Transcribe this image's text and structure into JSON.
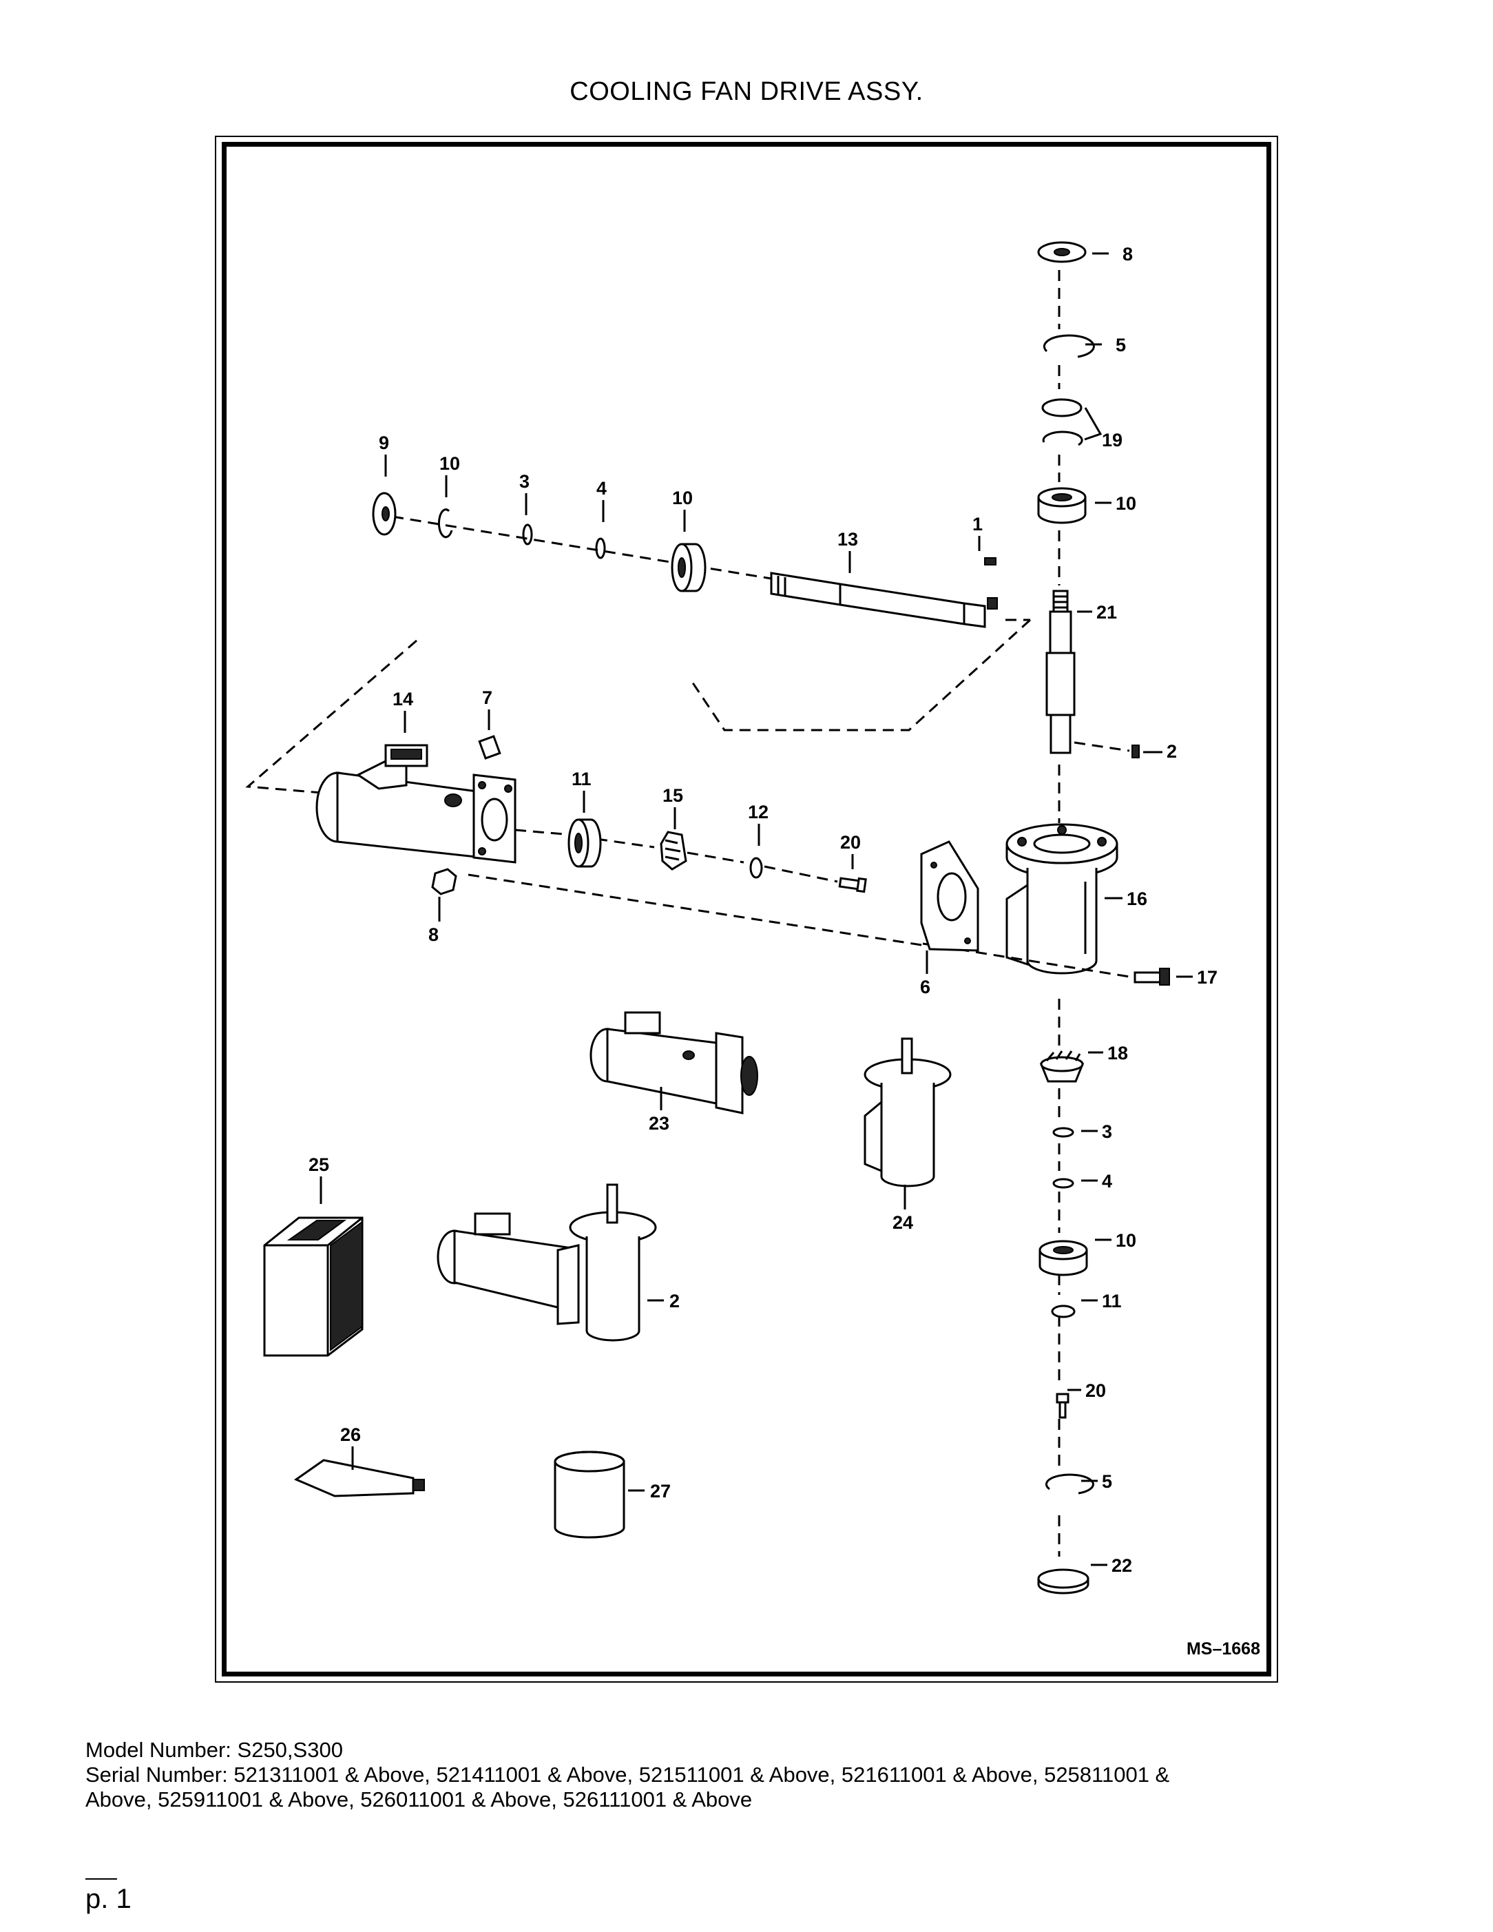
{
  "title": "COOLING FAN DRIVE ASSY.",
  "drawing_number": "MS–1668",
  "callouts": [
    "1",
    "2",
    "2",
    "3",
    "3",
    "4",
    "4",
    "5",
    "5",
    "6",
    "7",
    "8",
    "8",
    "9",
    "10",
    "10",
    "10",
    "10",
    "11",
    "11",
    "12",
    "13",
    "14",
    "15",
    "16",
    "17",
    "18",
    "19",
    "20",
    "20",
    "21",
    "22",
    "23",
    "24",
    "25",
    "26",
    "27"
  ],
  "model_line": "Model Number: S250,S300",
  "serial_line_1": "Serial Number: 521311001 & Above, 521411001 & Above, 521511001 & Above, 521611001 & Above, 525811001 &",
  "serial_line_2": "Above, 525911001 & Above, 526011001 & Above, 526111001 & Above",
  "page_label": "p. 1"
}
